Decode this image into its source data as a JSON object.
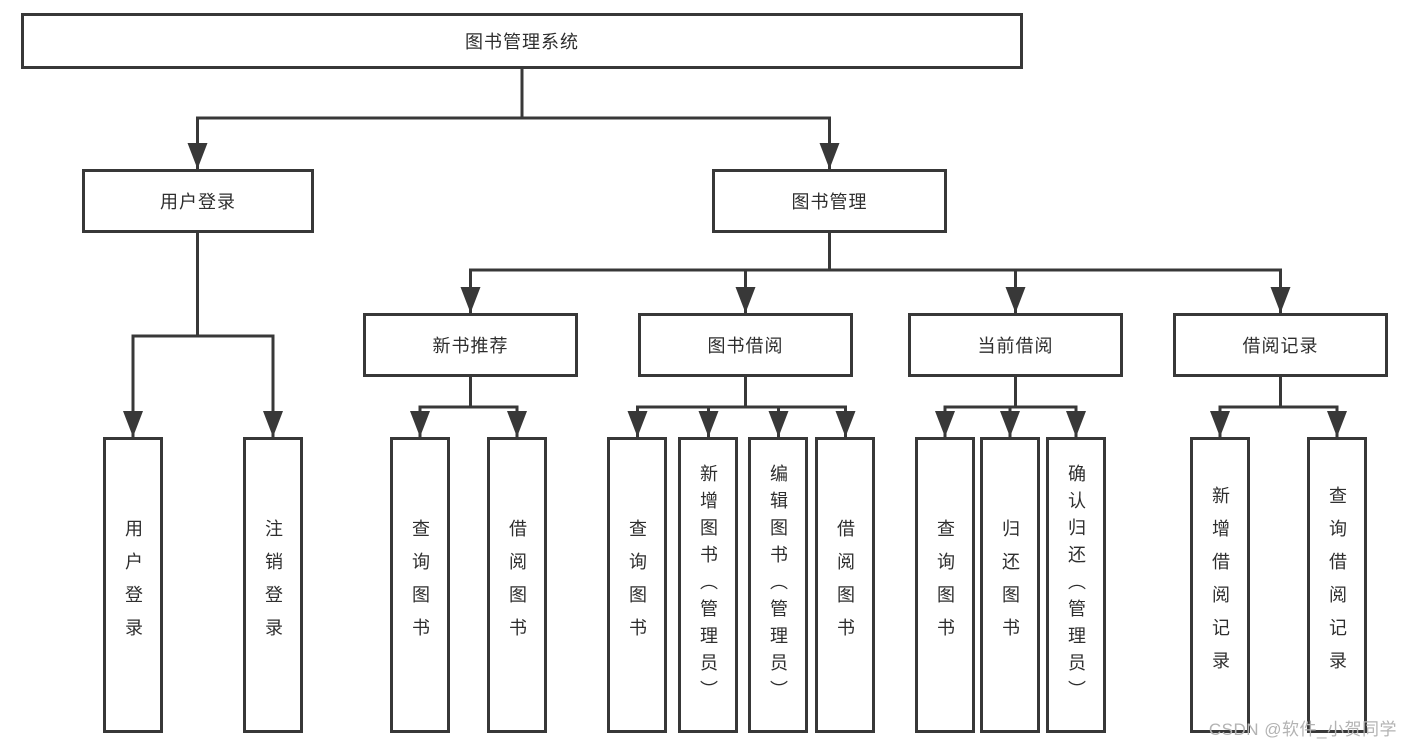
{
  "diagram": {
    "title": "图书管理系统",
    "nodes": {
      "root": "图书管理系统",
      "l2": [
        "用户登录",
        "图书管理"
      ],
      "l3": [
        "新书推荐",
        "图书借阅",
        "当前借阅",
        "借阅记录"
      ],
      "leaf": [
        "用户登录",
        "注销登录",
        "查询图书",
        "借阅图书",
        "查询图书",
        "新增图书（管理员）",
        "编辑图书（管理员）",
        "借阅图书",
        "查询图书",
        "归还图书",
        "确认归还（管理员）",
        "新增借阅记录",
        "查询借阅记录"
      ]
    },
    "colors": {
      "line": "#383838",
      "box_border": "#383838",
      "box_background": "#ffffff",
      "text": "#2e2e2e",
      "watermark": "#b3b3b3"
    },
    "watermark": "CSDN @软件_小贺同学"
  }
}
